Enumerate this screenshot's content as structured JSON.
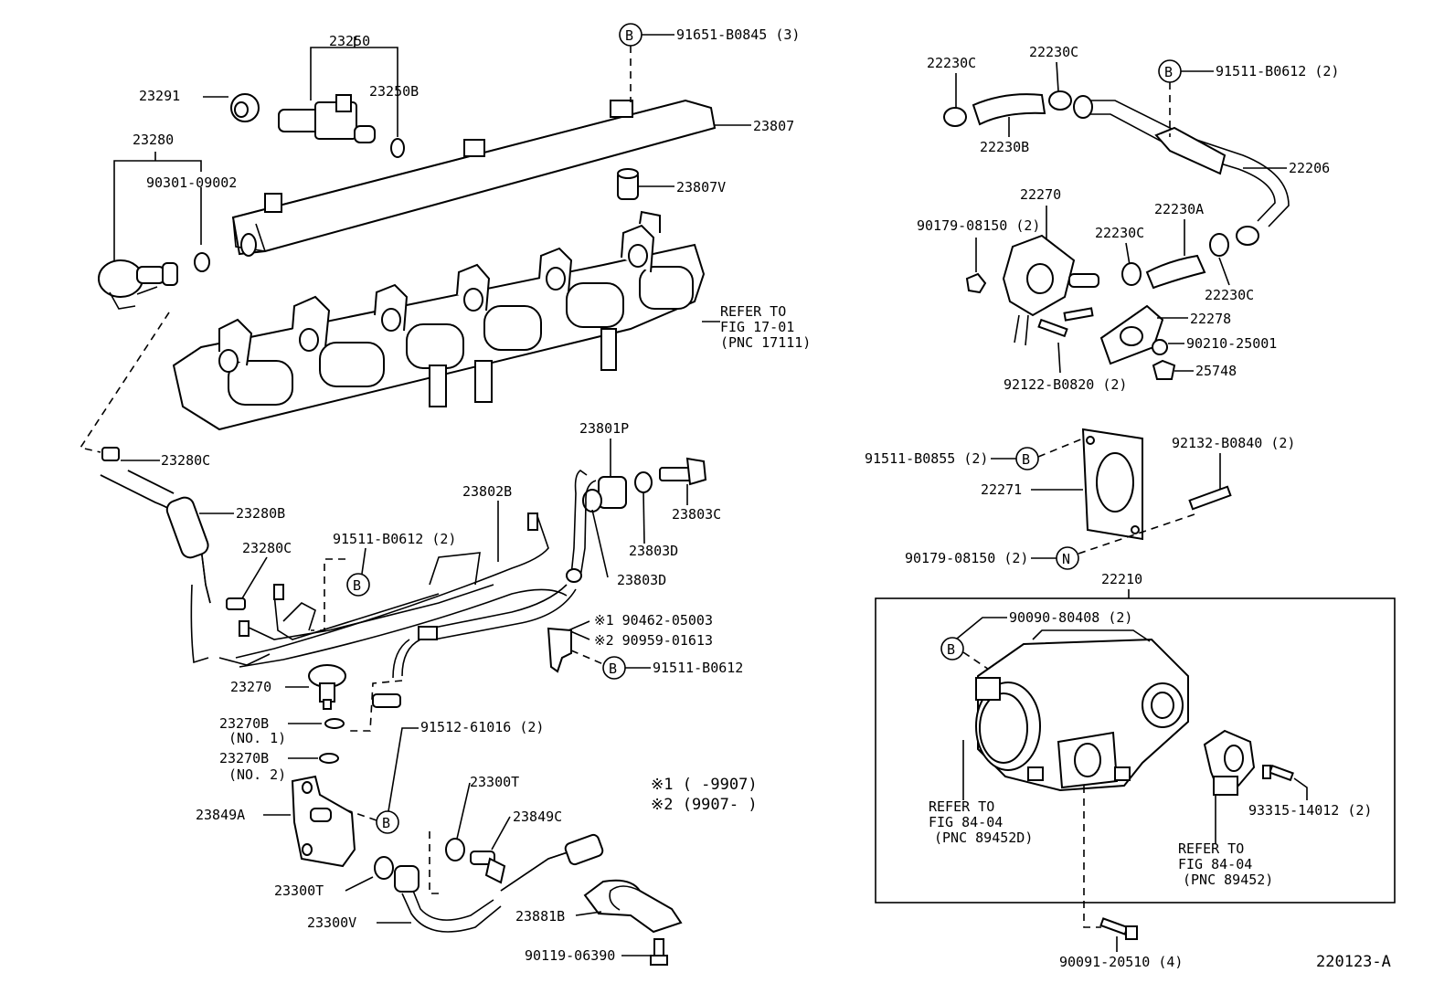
{
  "diagram_id": "220123-A",
  "labels": {
    "p23250": "23250",
    "p23291": "23291",
    "p23250B": "23250B",
    "p23280": "23280",
    "p90301": "90301-09002",
    "p23807": "23807",
    "p23807V": "23807V",
    "b91651": "91651-B0845 (3)",
    "refer17_1": "REFER TO",
    "refer17_2": "FIG 17-01",
    "refer17_3": "(PNC 17111)",
    "p23280C_a": "23280C",
    "p23280B": "23280B",
    "p23280C_b": "23280C",
    "p23802B": "23802B",
    "p23801P": "23801P",
    "p23803C": "23803C",
    "p23803D_a": "23803D",
    "p23803D_b": "23803D",
    "b91511_2": "91511-B0612 (2)",
    "n1_90462": "※1 90462-05003",
    "n2_90959": "※2 90959-01613",
    "b91511": "91511-B0612",
    "p23270": "23270",
    "p23270B1": "23270B",
    "no1": "(NO. 1)",
    "p23270B2": "23270B",
    "no2": "(NO. 2)",
    "p91512": "91512-61016 (2)",
    "p23300T_a": "23300T",
    "p23849C": "23849C",
    "p23849A": "23849A",
    "p23300T_b": "23300T",
    "p23300V": "23300V",
    "p23881B": "23881B",
    "p90119": "90119-06390",
    "note1": "※1 (      -9907)",
    "note2": "※2 (9907-      )",
    "p22230C_1": "22230C",
    "p22230C_2": "22230C",
    "b91511_r": "91511-B0612 (2)",
    "p22230B": "22230B",
    "p22206": "22206",
    "p22270": "22270",
    "p90179a": "90179-08150 (2)",
    "p22230A": "22230A",
    "p22230C_3": "22230C",
    "p22230C_4": "22230C",
    "p22278": "22278",
    "p90210": "90210-25001",
    "p25748": "25748",
    "p92122": "92122-B0820 (2)",
    "b91511_855": "91511-B0855 (2)",
    "p92132": "92132-B0840 (2)",
    "p22271": "22271",
    "n90179": "90179-08150 (2)",
    "p22210": "22210",
    "b90090": "90090-80408 (2)",
    "refer84a_1": "REFER TO",
    "refer84a_2": "FIG 84-04",
    "refer84a_3": "(PNC 89452D)",
    "refer84b_1": "REFER TO",
    "refer84b_2": "FIG 84-04",
    "refer84b_3": "(PNC 89452)",
    "p93315": "93315-14012 (2)",
    "p90091": "90091-20510 (4)",
    "footer": "220123-A"
  },
  "markers": {
    "B": "B",
    "N": "N"
  }
}
